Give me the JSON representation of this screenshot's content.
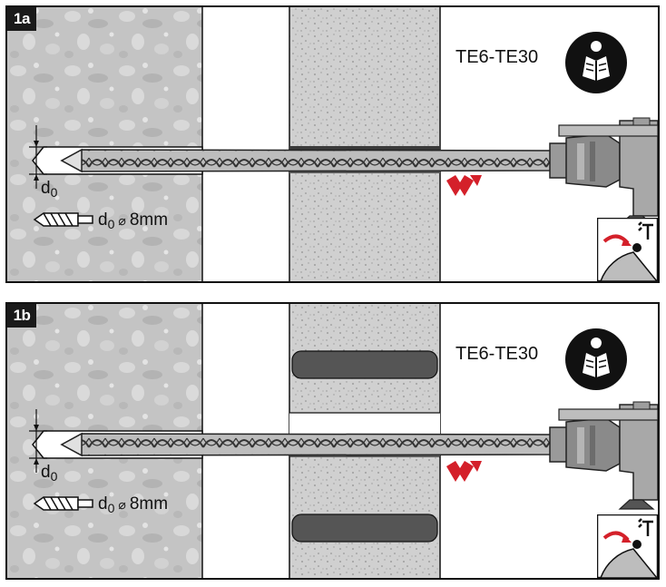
{
  "panels": [
    {
      "id": "1a",
      "tag": "1a",
      "model": "TE6-TE30",
      "d_label": "d",
      "d_sub": "0",
      "size_d": "d",
      "size_sub": "0",
      "size_symbol": "⌀",
      "size_value": "8mm",
      "wall_variant": "solid-with-void",
      "icons": [
        "manual-icon",
        "hammer-drill-mode-icon",
        "rotation-hammer-icon"
      ]
    },
    {
      "id": "1b",
      "tag": "1b",
      "model": "TE6-TE30",
      "d_label": "d",
      "d_sub": "0",
      "size_d": "d",
      "size_sub": "0",
      "size_symbol": "⌀",
      "size_value": "8mm",
      "wall_variant": "hollow-block",
      "icons": [
        "manual-icon",
        "hammer-drill-mode-icon",
        "rotation-hammer-icon"
      ]
    }
  ],
  "colors": {
    "concrete": "#c9c9c9",
    "block": "#cfcfcf",
    "cavity": "#555555",
    "frame": "#111111",
    "accent_red": "#d4202a",
    "tool_gray": "#8a8a8a"
  }
}
